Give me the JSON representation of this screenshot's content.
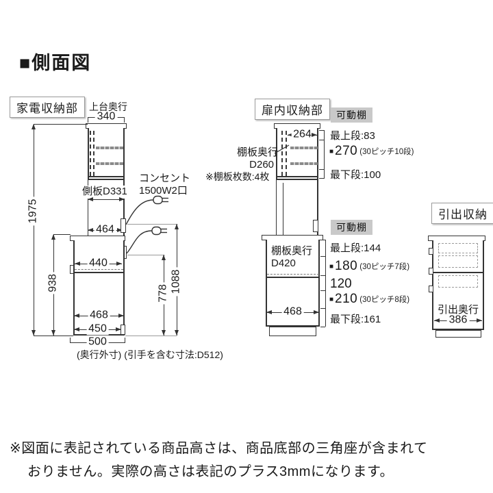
{
  "title": "■側面図",
  "left": {
    "label": "家電収納部",
    "top_depth": "上台奥行",
    "dim_340": "340",
    "side_panel": "側板D331",
    "outlet_line1": "コンセント",
    "outlet_line2": "1500W2口",
    "dim_1975": "1975",
    "dim_464": "464",
    "dim_938": "938",
    "dim_440": "440",
    "dim_778": "778",
    "dim_1088": "1088",
    "dim_468": "468",
    "dim_450": "450",
    "dim_500": "500",
    "caption": "(奥行外寸) (引手を含む寸法:D512)"
  },
  "middle": {
    "label": "扉内収納部",
    "upper": {
      "tag": "可動棚",
      "dim_264": "264",
      "depth1": "棚板奥行",
      "depth2": "D260",
      "count": "※棚板枚数:4枚",
      "row_top": "最上段:83",
      "pitch_square": "■",
      "pitch_value": "270",
      "pitch_note": "(30ピッチ10段)",
      "row_bottom": "最下段:100"
    },
    "lower": {
      "tag": "可動棚",
      "depth1": "棚板奥行",
      "depth2": "D420",
      "dim_468": "468",
      "row_top": "最上段:144",
      "p1_square": "■",
      "p1_value": "180",
      "p1_note": "(30ピッチ7段)",
      "row_mid": "120",
      "p2_square": "■",
      "p2_value": "210",
      "p2_note": "(30ピッチ8段)",
      "row_bottom": "最下段:161"
    }
  },
  "right": {
    "label": "引出収納",
    "depth_label": "引出奥行",
    "dim_386": "386"
  },
  "note": {
    "line1": "※図面に表記されている商品高さは、商品底部の三角座が含まれて",
    "line2": "おりません。実際の高さは表記のプラス3mmになります。"
  }
}
